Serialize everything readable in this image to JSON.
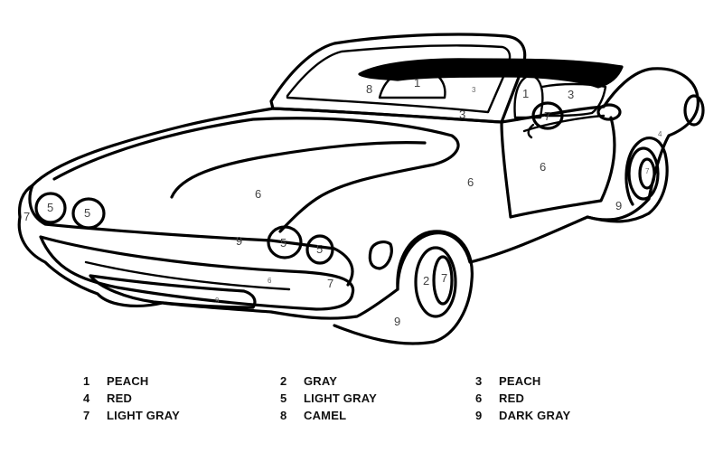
{
  "legend": [
    {
      "number": "1",
      "color": "PEACH"
    },
    {
      "number": "2",
      "color": "GRAY"
    },
    {
      "number": "3",
      "color": "PEACH"
    },
    {
      "number": "4",
      "color": "RED"
    },
    {
      "number": "5",
      "color": "LIGHT GRAY"
    },
    {
      "number": "6",
      "color": "RED"
    },
    {
      "number": "7",
      "color": "LIGHT GRAY"
    },
    {
      "number": "8",
      "color": "CAMEL"
    },
    {
      "number": "9",
      "color": "DARK GRAY"
    }
  ],
  "region_labels": {
    "seat_left": "1",
    "seat_right": "1",
    "headrest": "8",
    "dash_3a": "3",
    "dash_3b": "3",
    "seat_back_3": "3",
    "hood": "6",
    "door": "6",
    "rear_fender": "6",
    "headlight_1": "5",
    "headlight_2": "5",
    "headlight_3": "5",
    "headlight_4": "5",
    "bumper_left": "7",
    "bumper_right": "7",
    "mirror": "7",
    "front_wheel_hub": "7",
    "rear_wheel_hub": "7",
    "grille": "9",
    "front_tire": "9",
    "rear_tire": "9",
    "front_rim": "2",
    "small_6": "6",
    "small_9": "9",
    "tail_4": "4"
  }
}
